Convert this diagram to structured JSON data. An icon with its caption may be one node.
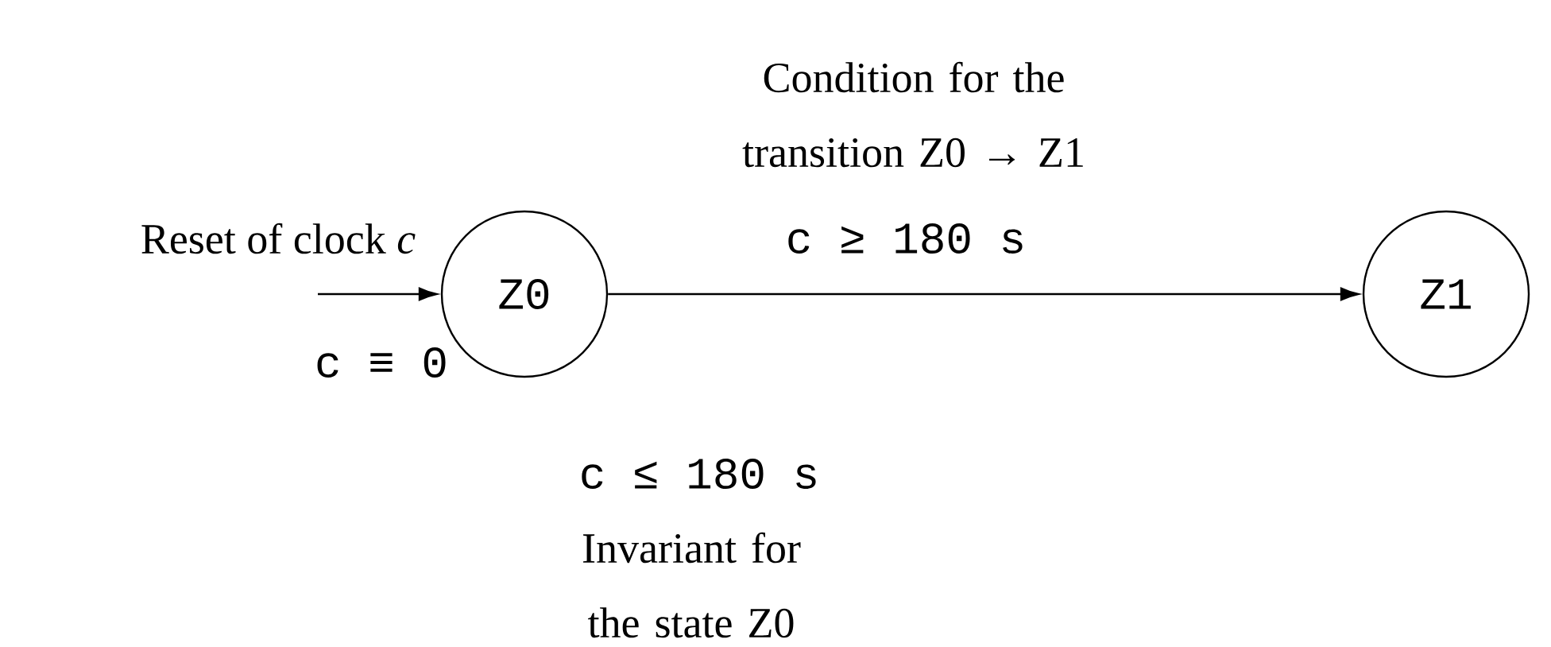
{
  "diagram": {
    "nodes": [
      {
        "text": [
          "Z0"
        ],
        "beside": [
          "c ≤ 180 s",
          "Invariant for the state Z0"
        ]
      },
      {
        "text": [
          "Z1"
        ]
      }
    ],
    "edges": [
      {
        "from": null,
        "to": 0,
        "arrow": "to",
        "label": "c ≡ 0"
      },
      {
        "from": 0,
        "to": 1,
        "arrow": "to",
        "label": "c ≥ 180 s"
      }
    ],
    "labels": [
      "Condition for the transition Z0 → Z1",
      "Reset of clock *c*"
    ]
  }
}
